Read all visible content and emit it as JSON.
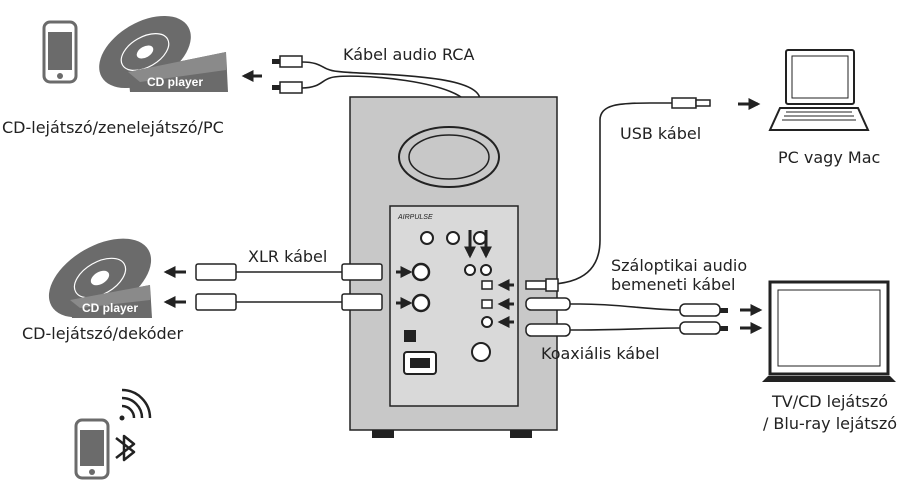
{
  "labels": {
    "cd_player_top": "CD player",
    "cd_player_left": "CD player",
    "source_top": "CD-lejátszó/zenelejátszó/PC",
    "rca_cable": "Kábel audio RCA",
    "usb_cable": "USB kábel",
    "pc_mac": "PC vagy Mac",
    "xlr_cable": "XLR kábel",
    "optical_cable_line1": "Száloptikai audio",
    "optical_cable_line2": "bemeneti kábel",
    "source_left": "CD-lejátszó/dekóder",
    "coaxial_cable": "Koaxiális kábel",
    "tv_line1": "TV/CD lejátszó",
    "tv_line2": "/ Blu-ray lejátszó",
    "brand": "AIRPULSE"
  },
  "icons": [
    "smartphone-icon",
    "cd-disc-icon",
    "laptop-icon",
    "monitor-icon",
    "wireless-icon",
    "bluetooth-icon",
    "arrow-icon"
  ],
  "colors": {
    "device_gray": "#6b6b6b",
    "speaker_body": "#c8c8c8",
    "panel": "#d9d9d9",
    "line": "#222222"
  }
}
